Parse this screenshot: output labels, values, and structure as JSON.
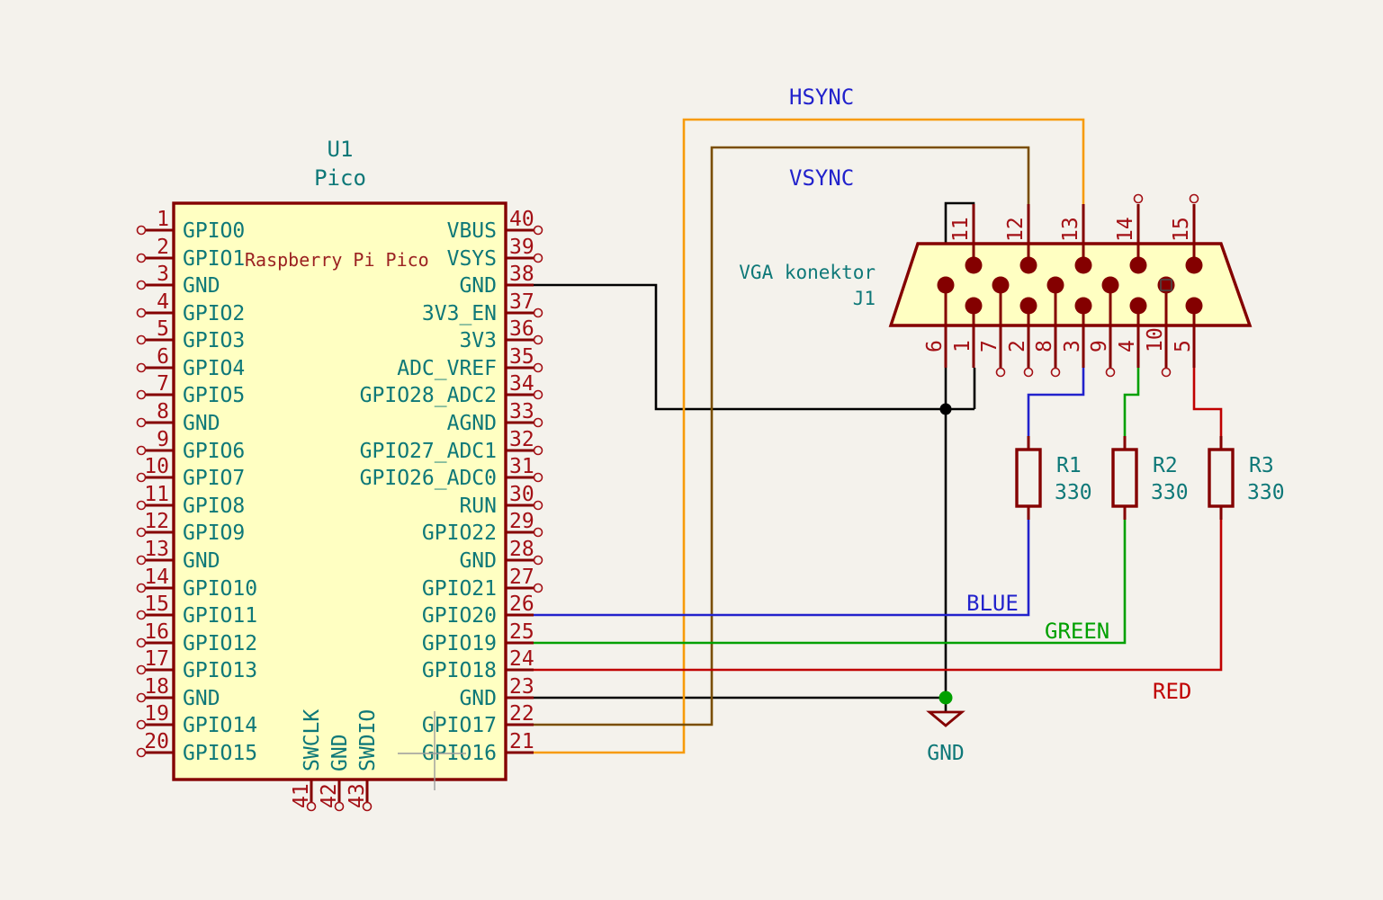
{
  "colors": {
    "background": "#F4F2EC",
    "symbol_outline": "#840000",
    "symbol_fill": "#FFFFC2",
    "pin_number_red": "#A31015",
    "field_teal": "#0E7878",
    "value_maroon": "#9B2121",
    "wire_black": "#000000",
    "net_blue": "#2222CC",
    "net_green": "#00A000",
    "net_red": "#C00000",
    "net_orange": "#F79B0A",
    "net_dark_yellow": "#7A4E00",
    "junction_green": "#00A000",
    "cursor_gray": "#9C9C9C",
    "nc_square_gray": "#4A4A4A"
  },
  "u1": {
    "reference": "U1",
    "value": "Pico",
    "body_label": "Raspberry Pi Pico",
    "left_pins": [
      {
        "num": "1",
        "name": "GPIO0"
      },
      {
        "num": "2",
        "name": "GPIO1"
      },
      {
        "num": "3",
        "name": "GND"
      },
      {
        "num": "4",
        "name": "GPIO2"
      },
      {
        "num": "5",
        "name": "GPIO3"
      },
      {
        "num": "6",
        "name": "GPIO4"
      },
      {
        "num": "7",
        "name": "GPIO5"
      },
      {
        "num": "8",
        "name": "GND"
      },
      {
        "num": "9",
        "name": "GPIO6"
      },
      {
        "num": "10",
        "name": "GPIO7"
      },
      {
        "num": "11",
        "name": "GPIO8"
      },
      {
        "num": "12",
        "name": "GPIO9"
      },
      {
        "num": "13",
        "name": "GND"
      },
      {
        "num": "14",
        "name": "GPIO10"
      },
      {
        "num": "15",
        "name": "GPIO11"
      },
      {
        "num": "16",
        "name": "GPIO12"
      },
      {
        "num": "17",
        "name": "GPIO13"
      },
      {
        "num": "18",
        "name": "GND"
      },
      {
        "num": "19",
        "name": "GPIO14"
      },
      {
        "num": "20",
        "name": "GPIO15"
      }
    ],
    "right_pins": [
      {
        "num": "40",
        "name": "VBUS"
      },
      {
        "num": "39",
        "name": "VSYS"
      },
      {
        "num": "38",
        "name": "GND"
      },
      {
        "num": "37",
        "name": "3V3_EN"
      },
      {
        "num": "36",
        "name": "3V3"
      },
      {
        "num": "35",
        "name": "ADC_VREF"
      },
      {
        "num": "34",
        "name": "GPIO28_ADC2"
      },
      {
        "num": "33",
        "name": "AGND"
      },
      {
        "num": "32",
        "name": "GPIO27_ADC1"
      },
      {
        "num": "31",
        "name": "GPIO26_ADC0"
      },
      {
        "num": "30",
        "name": "RUN"
      },
      {
        "num": "29",
        "name": "GPIO22"
      },
      {
        "num": "28",
        "name": "GND"
      },
      {
        "num": "27",
        "name": "GPIO21"
      },
      {
        "num": "26",
        "name": "GPIO20"
      },
      {
        "num": "25",
        "name": "GPIO19"
      },
      {
        "num": "24",
        "name": "GPIO18"
      },
      {
        "num": "23",
        "name": "GND"
      },
      {
        "num": "22",
        "name": "GPIO17"
      },
      {
        "num": "21",
        "name": "GPIO16"
      }
    ],
    "bottom_pins": [
      {
        "num": "41",
        "name": "SWCLK"
      },
      {
        "num": "42",
        "name": "GND"
      },
      {
        "num": "43",
        "name": "SWDIO"
      }
    ],
    "connected_right_pins": [
      "38",
      "26",
      "25",
      "24",
      "23",
      "22",
      "21"
    ]
  },
  "j1": {
    "name": "VGA konektor",
    "reference": "J1",
    "top_pin_numbers": [
      "11",
      "12",
      "13",
      "14",
      "15"
    ],
    "bottom_pin_numbers": [
      "6",
      "1",
      "7",
      "2",
      "8",
      "3",
      "9",
      "4",
      "10",
      "5"
    ],
    "unconnected_top_pins": [
      "14",
      "15"
    ],
    "unconnected_bottom_pins": [
      "7",
      "2",
      "8",
      "9",
      "10"
    ]
  },
  "resistors": [
    {
      "ref": "R1",
      "value": "330"
    },
    {
      "ref": "R2",
      "value": "330"
    },
    {
      "ref": "R3",
      "value": "330"
    }
  ],
  "net_labels": {
    "hsync": "HSYNC",
    "vsync": "VSYNC",
    "blue": "BLUE",
    "green": "GREEN",
    "red": "RED"
  },
  "power": {
    "gnd": "GND"
  }
}
